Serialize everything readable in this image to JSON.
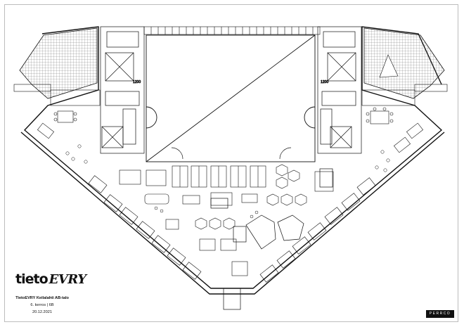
{
  "logo": {
    "part1": "tieto",
    "part2": "EVRY"
  },
  "caption": {
    "building": "TietoEVRY Keilalahti AB-talo",
    "floor": "6. kerros  |  6B",
    "date": "20.12.2021"
  },
  "dimension_tags": [
    "1200",
    "1200"
  ],
  "brand_badge": "PERRCO"
}
